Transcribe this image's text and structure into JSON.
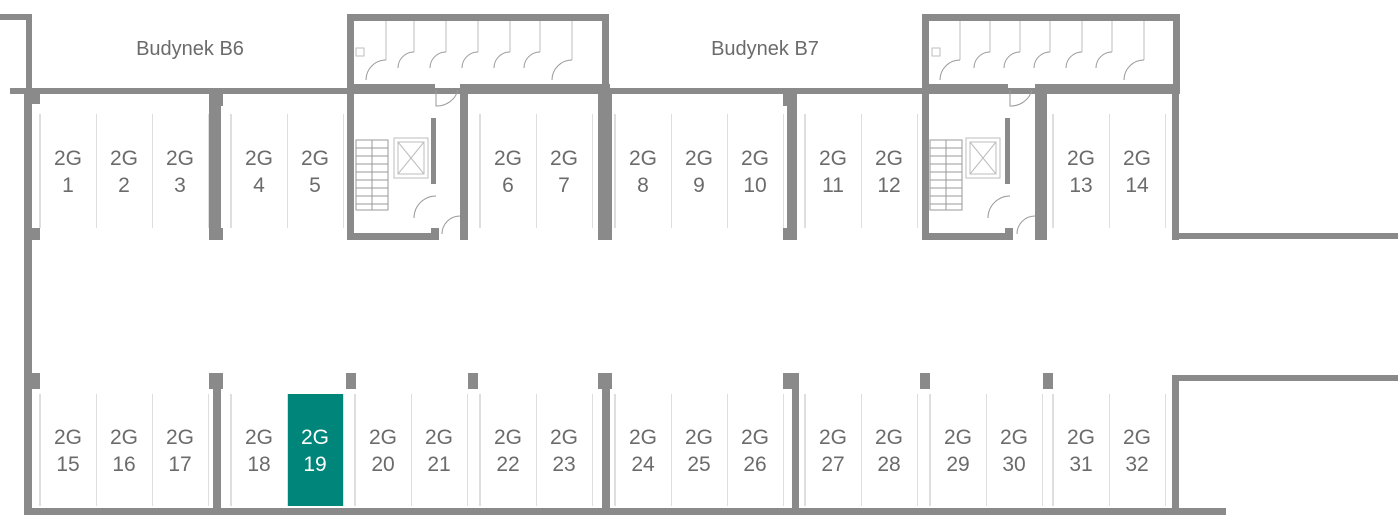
{
  "plan": {
    "buildings": [
      {
        "id": "b6",
        "label": "Budynek B6"
      },
      {
        "id": "b7",
        "label": "Budynek B7"
      }
    ],
    "spot_prefix": "2G",
    "selected_spot": "19",
    "colors": {
      "wall": "#8a8a8a",
      "selected": "#00857a",
      "text": "#6b6b6b"
    },
    "spots": [
      {
        "number": "1"
      },
      {
        "number": "2"
      },
      {
        "number": "3"
      },
      {
        "number": "4"
      },
      {
        "number": "5"
      },
      {
        "number": "6"
      },
      {
        "number": "7"
      },
      {
        "number": "8"
      },
      {
        "number": "9"
      },
      {
        "number": "10"
      },
      {
        "number": "11"
      },
      {
        "number": "12"
      },
      {
        "number": "13"
      },
      {
        "number": "14"
      },
      {
        "number": "15"
      },
      {
        "number": "16"
      },
      {
        "number": "17"
      },
      {
        "number": "18"
      },
      {
        "number": "19"
      },
      {
        "number": "20"
      },
      {
        "number": "21"
      },
      {
        "number": "22"
      },
      {
        "number": "23"
      },
      {
        "number": "24"
      },
      {
        "number": "25"
      },
      {
        "number": "26"
      },
      {
        "number": "27"
      },
      {
        "number": "28"
      },
      {
        "number": "29"
      },
      {
        "number": "30"
      },
      {
        "number": "31"
      },
      {
        "number": "32"
      }
    ]
  }
}
